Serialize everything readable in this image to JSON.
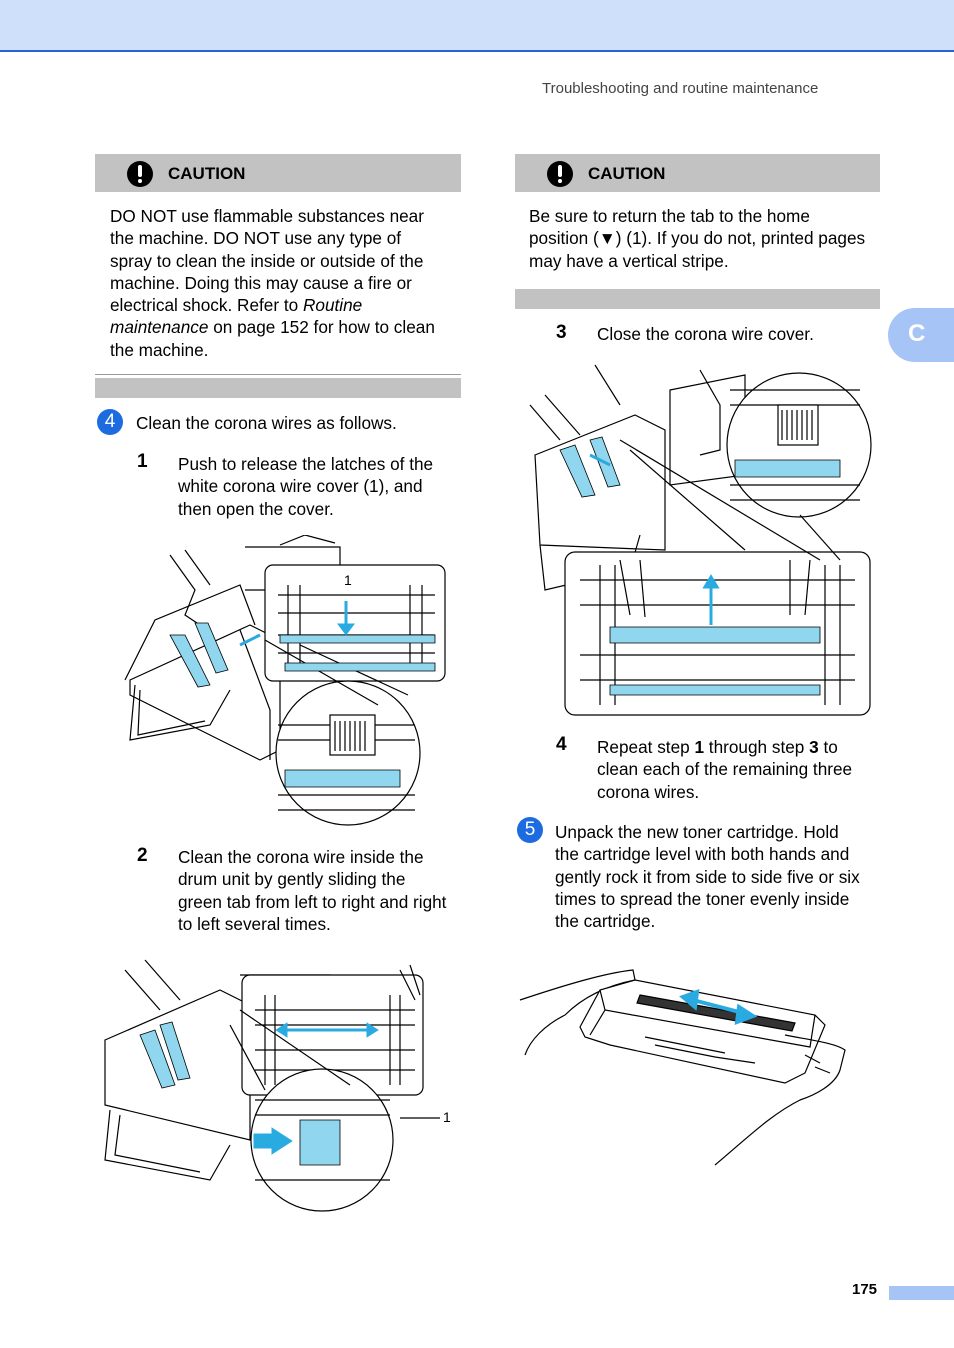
{
  "header": {
    "running_title": "Troubleshooting and routine maintenance"
  },
  "side_tab": {
    "letter": "C"
  },
  "left_caution": {
    "title": "CAUTION",
    "lines": [
      "DO NOT use flammable substances near",
      "the machine. DO NOT use any type of",
      "spray to clean the inside or outside of the",
      "machine. Doing this may cause a fire or",
      "electrical shock. Refer to "
    ],
    "italic_1": "Routine",
    "italic_2": "maintenance",
    "after_italic": " on page 152 for how to clean",
    "last_line": "the machine."
  },
  "step4": {
    "number": "4",
    "text": "Clean the corona wires as follows."
  },
  "substep1": {
    "number": "1",
    "lines": [
      "Push to release the latches of the",
      "white corona wire cover (1), and",
      "then open the cover."
    ],
    "callout": "1"
  },
  "substep2": {
    "number": "2",
    "lines": [
      "Clean the corona wire inside the",
      "drum unit by gently sliding the",
      "green tab from left to right and right",
      "to left several times."
    ],
    "callout": "1"
  },
  "right_caution": {
    "title": "CAUTION",
    "lines": [
      "Be sure to return the tab to the home",
      "position (▼) (1). If you do not, printed pages",
      "may have a vertical stripe."
    ]
  },
  "substep3": {
    "number": "3",
    "text": "Close the corona wire cover."
  },
  "substep4": {
    "number": "4",
    "pre": "Repeat step ",
    "b1": "1",
    "mid": " through step ",
    "b2": "3",
    "post": " to",
    "lines": [
      "clean each of the remaining three",
      "corona wires."
    ]
  },
  "step5": {
    "number": "5",
    "lines": [
      "Unpack the new toner cartridge. Hold",
      "the cartridge level with both hands and",
      "gently rock it from side to side five or six",
      "times to spread the toner evenly inside",
      "the cartridge."
    ]
  },
  "footer": {
    "page_number": "175"
  },
  "colors": {
    "accent_blue": "#1c6be0",
    "tab_blue": "#a7c4f7",
    "banner_blue": "#cfe0fb",
    "caution_gray": "#c2c2c2",
    "highlight_cyan": "#8fd6ee",
    "arrow_cyan": "#29abe2"
  }
}
